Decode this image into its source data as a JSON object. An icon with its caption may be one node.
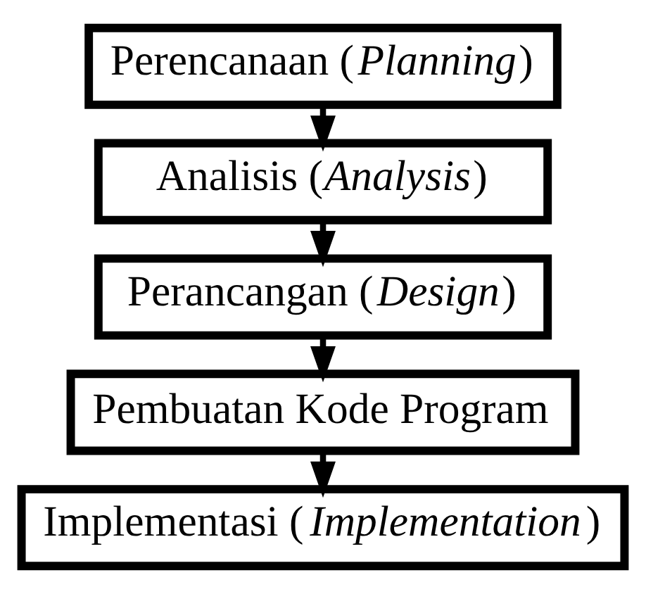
{
  "diagram": {
    "nodes": [
      {
        "text": [
          "Perencanaan (*Planning*)"
        ]
      },
      {
        "text": [
          "Analisis (*Analysis*)"
        ]
      },
      {
        "text": [
          "Perancangan (*Design*)"
        ]
      },
      {
        "text": [
          "Pembuatan Kode Program"
        ]
      },
      {
        "text": [
          "Implementasi (*Implementation*)"
        ]
      }
    ],
    "edges": [
      {
        "from": 0,
        "to": 1,
        "arrow": "to"
      },
      {
        "from": 1,
        "to": 2,
        "arrow": "to"
      },
      {
        "from": 2,
        "to": 3,
        "arrow": "to"
      },
      {
        "from": 3,
        "to": 4,
        "arrow": "to"
      }
    ]
  }
}
